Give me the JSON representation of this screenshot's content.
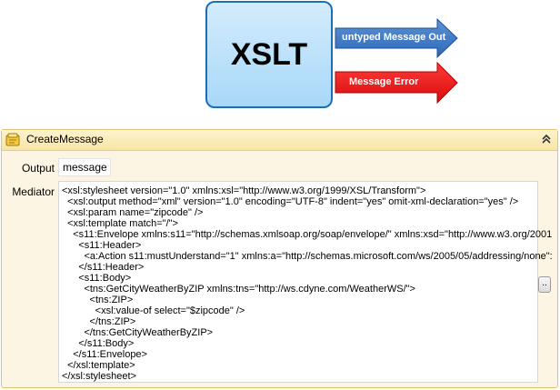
{
  "diagram": {
    "box_label": "XSLT",
    "outputs": [
      {
        "label": "untyped Message Out",
        "color": "#3a78c8"
      },
      {
        "label": "Message Error",
        "color": "#e31a1a"
      }
    ]
  },
  "activity": {
    "title": "CreateMessage",
    "icon": "message-activity-icon",
    "collapse_icon": "double-chevron-up-icon",
    "output_label": "Output",
    "output_value": "message",
    "mediator_label": "Mediator",
    "mediator_lines": [
      "<xsl:stylesheet version=\"1.0\" xmlns:xsl=\"http://www.w3.org/1999/XSL/Transform\">",
      "  <xsl:output method=\"xml\" version=\"1.0\" encoding=\"UTF-8\" indent=\"yes\" omit-xml-declaration=\"yes\" />",
      "  <xsl:param name=\"zipcode\" />",
      "  <xsl:template match=\"/\">",
      "    <s11:Envelope xmlns:s11=\"http://schemas.xmlsoap.org/soap/envelope/\" xmlns:xsd=\"http://www.w3.org/2001",
      "      <s11:Header>",
      "        <a:Action s11:mustUnderstand=\"1\" xmlns:a=\"http://schemas.microsoft.com/ws/2005/05/addressing/none\":",
      "      </s11:Header>",
      "      <s11:Body>",
      "        <tns:GetCityWeatherByZIP xmlns:tns=\"http://ws.cdyne.com/WeatherWS/\">",
      "          <tns:ZIP>",
      "            <xsl:value-of select=\"$zipcode\" />",
      "          </tns:ZIP>",
      "        </tns:GetCityWeatherByZIP>",
      "      </s11:Body>",
      "    </s11:Envelope>",
      "  </xsl:template>",
      "</xsl:stylesheet>"
    ],
    "ellipsis_label": ".."
  }
}
